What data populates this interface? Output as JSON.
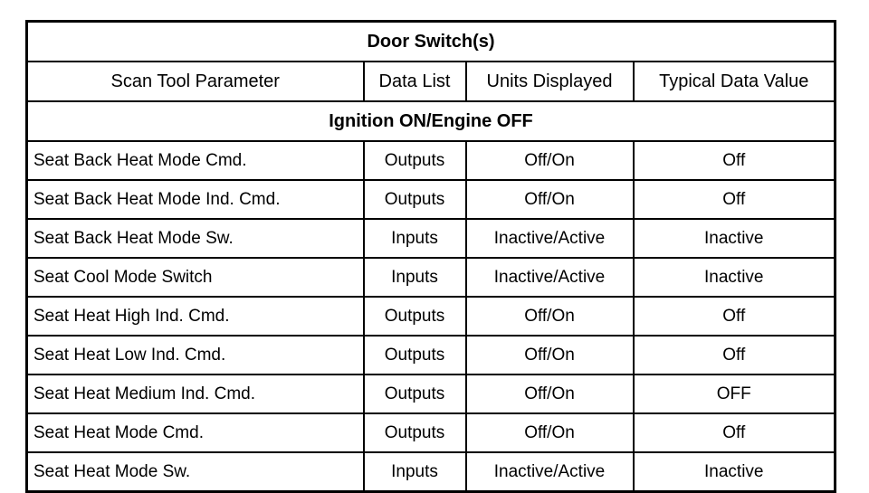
{
  "table": {
    "title": "Door Switch(s)",
    "columns": [
      "Scan Tool Parameter",
      "Data List",
      "Units Displayed",
      "Typical Data Value"
    ],
    "section_header": "Ignition ON/Engine OFF",
    "rows": [
      {
        "parameter": "Seat Back Heat Mode Cmd.",
        "data_list": "Outputs",
        "units_displayed": "Off/On",
        "typical_data_value": "Off"
      },
      {
        "parameter": "Seat Back Heat Mode Ind. Cmd.",
        "data_list": "Outputs",
        "units_displayed": "Off/On",
        "typical_data_value": "Off"
      },
      {
        "parameter": "Seat Back Heat Mode Sw.",
        "data_list": "Inputs",
        "units_displayed": "Inactive/Active",
        "typical_data_value": "Inactive"
      },
      {
        "parameter": "Seat Cool Mode Switch",
        "data_list": "Inputs",
        "units_displayed": "Inactive/Active",
        "typical_data_value": "Inactive"
      },
      {
        "parameter": "Seat Heat High Ind. Cmd.",
        "data_list": "Outputs",
        "units_displayed": "Off/On",
        "typical_data_value": "Off"
      },
      {
        "parameter": "Seat Heat Low Ind. Cmd.",
        "data_list": "Outputs",
        "units_displayed": "Off/On",
        "typical_data_value": "Off"
      },
      {
        "parameter": "Seat Heat Medium Ind. Cmd.",
        "data_list": "Outputs",
        "units_displayed": "Off/On",
        "typical_data_value": "OFF"
      },
      {
        "parameter": "Seat Heat Mode Cmd.",
        "data_list": "Outputs",
        "units_displayed": "Off/On",
        "typical_data_value": "Off"
      },
      {
        "parameter": "Seat Heat Mode Sw.",
        "data_list": "Inputs",
        "units_displayed": "Inactive/Active",
        "typical_data_value": "Inactive"
      }
    ]
  },
  "colors": {
    "border": "#000000",
    "text": "#000000",
    "background": "#ffffff"
  }
}
